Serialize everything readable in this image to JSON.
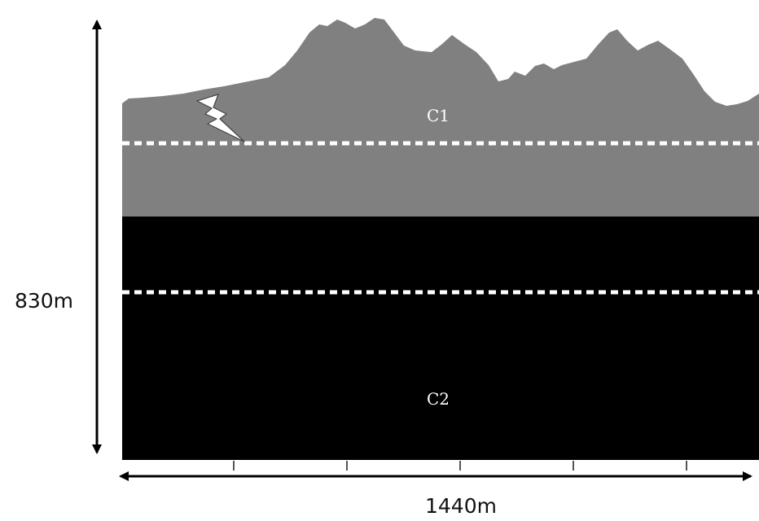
{
  "diagram": {
    "layers": [
      {
        "label": "C1",
        "color": "#808080"
      },
      {
        "label": "C2",
        "color": "#000000"
      }
    ],
    "boundary_color": "#ffffff",
    "lightning_color": "#ffffff",
    "height_dimension": "830m",
    "width_dimension": "1440m",
    "x_axis_tick_count": 5
  }
}
